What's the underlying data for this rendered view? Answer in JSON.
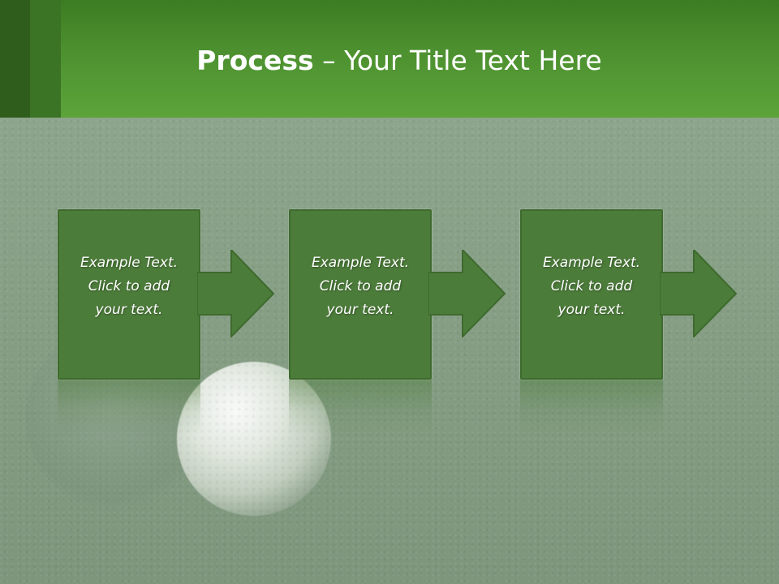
{
  "slide": {
    "title": {
      "bold": "Process",
      "rest": " – Your Title Text Here"
    },
    "steps": [
      {
        "text": "Example Text.\nClick  to add\nyour text."
      },
      {
        "text": "Example Text.\nClick  to add\nyour text."
      },
      {
        "text": "Example Text.\nClick  to add\nyour text."
      }
    ],
    "colors": {
      "header": "#5ca43a",
      "box": "#4c7c3a",
      "background": "#8aa289",
      "text": "#ffffff"
    },
    "decor": [
      "golf-ball-image",
      "grass-texture-background"
    ]
  }
}
